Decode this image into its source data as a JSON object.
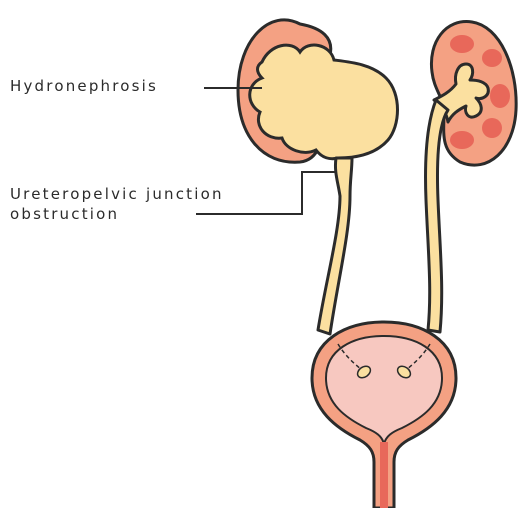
{
  "labels": {
    "hydronephrosis": "Hydronephrosis",
    "upj_line1": "Ureteropelvic junction",
    "upj_line2": "obstruction"
  },
  "colors": {
    "outline": "#2b2b2b",
    "kidney_outer": "#f4a183",
    "kidney_inner": "#e8685a",
    "pelvis_fill": "#fbe0a0",
    "ureter_fill": "#fbe0a0",
    "bladder_wall": "#f4a183",
    "bladder_inner": "#f7c8c0",
    "urethra": "#e8685a"
  }
}
